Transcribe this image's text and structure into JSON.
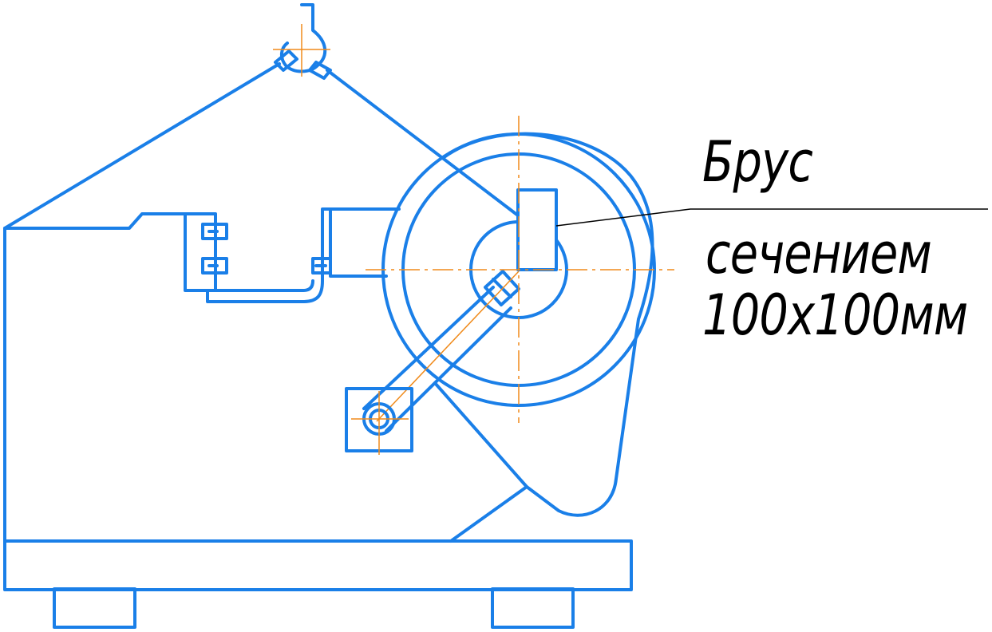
{
  "annotation": {
    "line1": "Брус",
    "line2": "сечением",
    "line3": "100х100мм"
  },
  "colors": {
    "part_outline": "#1a7fe8",
    "center_lines": "#f08a1a",
    "leader_and_text": "#000000",
    "background": "#ffffff"
  }
}
